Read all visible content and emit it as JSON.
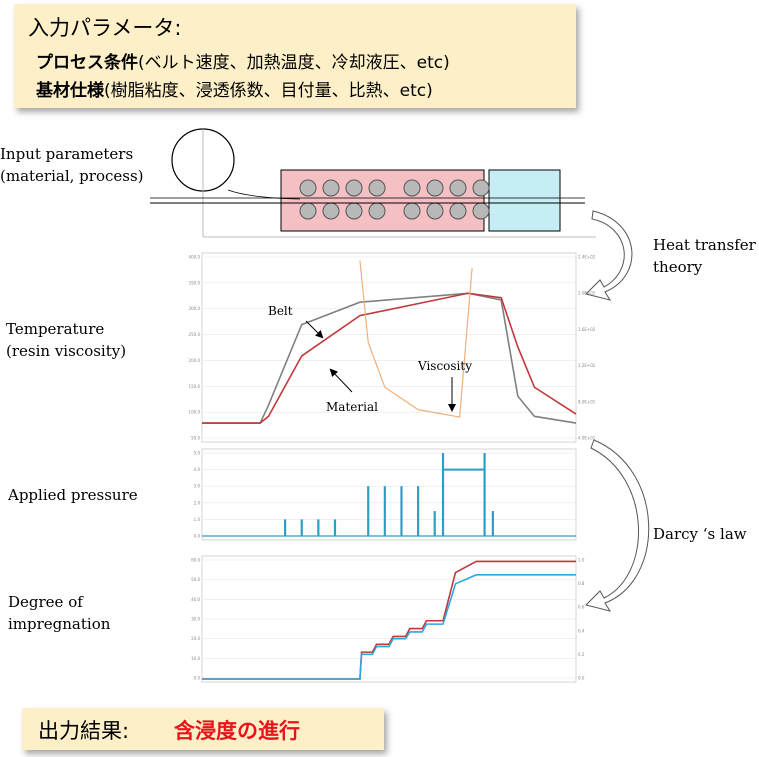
{
  "input_box": {
    "title": "入力パラメータ",
    "colon": ":",
    "process_label": "プロセス条件",
    "process_detail": "(ベルト速度、加熱温度、冷却液圧、etc)",
    "substrate_label": "基材仕様",
    "substrate_detail": "(樹脂粘度、浸透係数、目付量、比熱、etc)"
  },
  "left_labels": {
    "input_params_1": "Input parameters",
    "input_params_2": "(material, process)",
    "temperature_1": "Temperature",
    "temperature_2": "(resin viscosity)",
    "applied_pressure": "Applied pressure",
    "degree_1": "Degree of",
    "degree_2": "impregnation"
  },
  "right_labels": {
    "heat_transfer_1": "Heat transfer",
    "heat_transfer_2": "theory",
    "darcy": "Darcy ‘s law"
  },
  "output_box": {
    "label": "出力結果:",
    "value": "含浸度の進行",
    "value_color": "#e8141c"
  },
  "colors": {
    "box_fill": "#fdf0c8",
    "belt": "#808080",
    "material": "#c0393b",
    "viscosity": "#f0b07a",
    "pressure": "#2e9ec6",
    "degree_blue": "#2aa8e0",
    "degree_red": "#c0393b",
    "heater_fill": "#f4c0c4",
    "cooler_fill": "#c6ecf4"
  },
  "icons": [
    "curved-arrow-icon",
    "leader-arrow-icon"
  ],
  "chart_data": [
    {
      "type": "line",
      "title": "",
      "annotations": [
        "Belt",
        "Material",
        "Viscosity"
      ],
      "yticks_left": [
        "400.0",
        "350.0",
        "300.0",
        "250.0",
        "200.0",
        "150.0",
        "100.0",
        "50.0"
      ],
      "yticks_right": [
        "2.4E+02",
        "2.0E+02",
        "1.6E+02",
        "1.2E+02",
        "8.0E+01",
        "4.0E+01"
      ],
      "x": [
        0,
        7,
        8,
        12,
        19,
        32,
        36,
        38,
        40,
        45
      ],
      "series": [
        {
          "name": "Belt",
          "values": [
            20,
            20,
            60,
            240,
            290,
            310,
            295,
            80,
            35,
            20
          ]
        },
        {
          "name": "Material",
          "values": [
            20,
            20,
            35,
            170,
            260,
            310,
            300,
            190,
            100,
            40
          ]
        }
      ],
      "viscosity": {
        "x": [
          19,
          20,
          22,
          26,
          31,
          32.5
        ],
        "values": [
          230.0,
          120.0,
          60.0,
          30.0,
          20.0,
          220.0
        ]
      },
      "ylim": [
        0,
        400
      ]
    },
    {
      "type": "bar",
      "title": "",
      "yticks": [
        "5.0",
        "4.0",
        "3.0",
        "2.0",
        "1.0",
        "0.0"
      ],
      "x": [
        10,
        12,
        14,
        16,
        20,
        22,
        24,
        26,
        28,
        29,
        34,
        35
      ],
      "values": [
        1,
        1,
        1,
        1,
        3,
        3,
        3,
        3,
        1.5,
        5,
        5,
        1.5
      ],
      "plateau": {
        "from": 29,
        "to": 34,
        "value": 4
      },
      "ylim": [
        0,
        5
      ]
    },
    {
      "type": "line",
      "title": "",
      "yticks_left": [
        "60.0",
        "50.0",
        "40.0",
        "30.0",
        "20.0",
        "10.0",
        "0.0"
      ],
      "yticks_right": [
        "1.0",
        "0.8",
        "0.6",
        "0.4",
        "0.2",
        "0.0"
      ],
      "x": [
        0,
        19,
        19.2,
        20.5,
        21,
        22.5,
        23,
        24.5,
        25,
        26.5,
        27,
        28.5,
        29,
        30.5,
        33,
        45
      ],
      "series": [
        {
          "name": "Red",
          "values": [
            0,
            0,
            0.24,
            0.24,
            0.31,
            0.31,
            0.38,
            0.38,
            0.45,
            0.45,
            0.52,
            0.52,
            0.52,
            0.95,
            1.05,
            1.05
          ]
        },
        {
          "name": "Blue",
          "values": [
            0,
            0,
            0.22,
            0.22,
            0.29,
            0.29,
            0.36,
            0.36,
            0.42,
            0.42,
            0.49,
            0.49,
            0.49,
            0.85,
            0.93,
            0.93
          ]
        }
      ],
      "ylim": [
        0,
        1.0
      ]
    }
  ]
}
